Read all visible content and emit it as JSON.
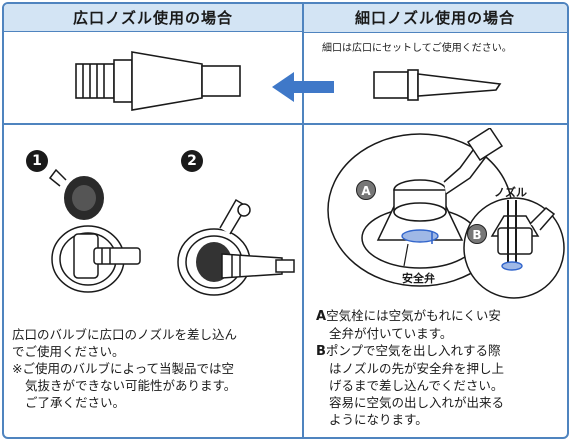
{
  "left_header": "広口ノズル使用の場合",
  "right_header": "細口ノズル使用の場合",
  "right_note": "細口は広口にセットしてご使用ください。",
  "step1": "1",
  "step2": "2",
  "marker_a": "A",
  "marker_b": "B",
  "label_nozzle": "ノズル",
  "label_valve": "安全弁",
  "left_lines": [
    "広口のバルブに広口のノズルを差し込ん",
    "でご使用ください。",
    "※ご使用のバルブによって当製品では空",
    "気抜きができない可能性があります。",
    "ご了承ください。"
  ],
  "right_items": [
    {
      "marker": "A",
      "lines": [
        "空気栓には空気がもれにくい安",
        "全弁が付いています。"
      ]
    },
    {
      "marker": "B",
      "lines": [
        "ポンプで空気を出し入れする際",
        "はノズルの先が安全弁を押し上",
        "げるまで差し込んでください。",
        "容易に空気の出し入れが出来る",
        "ようになります。"
      ]
    }
  ],
  "colors": {
    "accent": "#4f84bf",
    "header_bg": "#d3e4f4",
    "arrow": "#3f78c8",
    "valve_blue": "#3366cc"
  }
}
